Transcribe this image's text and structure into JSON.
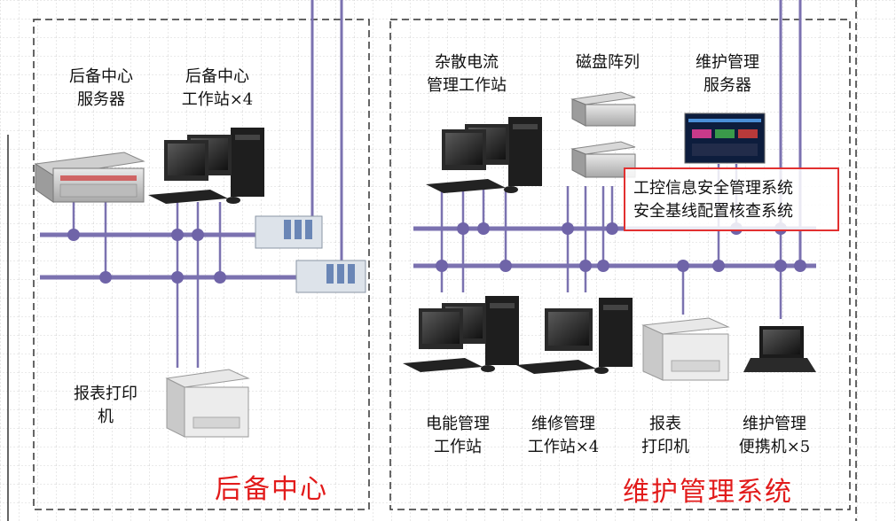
{
  "backup_center": {
    "server_label": [
      "后备中心",
      "服务器"
    ],
    "workstation_label": [
      "后备中心",
      "工作站×4"
    ],
    "printer_label": [
      "报表打印",
      "机"
    ],
    "region_title": "后备中心"
  },
  "maintenance_system": {
    "stray_current_label": [
      "杂散电流",
      "管理工作站"
    ],
    "disk_array_label": "磁盘阵列",
    "mgmt_server_label": [
      "维护管理",
      "服务器"
    ],
    "power_mgmt_label": [
      "电能管理",
      "工作站"
    ],
    "repair_mgmt_label": [
      "维修管理",
      "工作站×4"
    ],
    "printer_label": [
      "报表",
      "打印机"
    ],
    "laptop_label": [
      "维护管理",
      "便携机×5"
    ],
    "region_title": "维护管理系统"
  },
  "callout": {
    "line1": "工控信息安全管理系统",
    "line2": "安全基线配置核查系统"
  },
  "colors": {
    "bus": "#7b72b0",
    "node": "#6f64a8",
    "region_title": "#e21b1b",
    "callout_border": "#e23030",
    "grid": "#c8c8c8"
  }
}
